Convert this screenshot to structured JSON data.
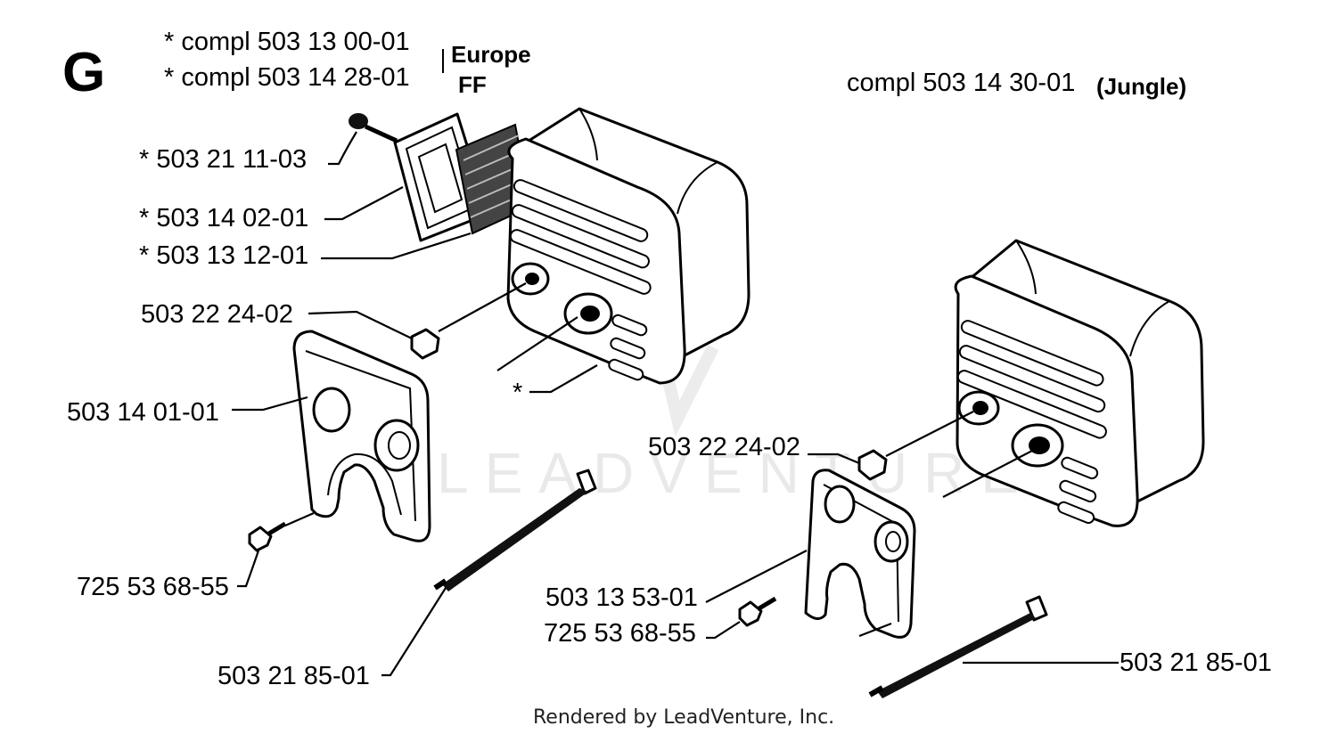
{
  "section_letter": "G",
  "header": {
    "kit_1": "*  compl 503 13 00-01",
    "kit_2": "*  compl 503 14 28-01",
    "region_1": "Europe",
    "region_2": "FF",
    "kit_3": "compl 503 14 30-01",
    "kit_3_variant": "(Jungle)"
  },
  "callouts": {
    "screw": "*  503 21 11-03",
    "cover_plate": "*  503 14 02-01",
    "spark_screen": "*  503 13 12-01",
    "nut_left": "503 22 24-02",
    "gasket_left": "503 14 01-01",
    "muffler_body": "*",
    "bolt_left": "725 53 68-55",
    "stud_left": "503 21 85-01",
    "nut_right": "503 22 24-02",
    "gasket_right": "503 13 53-01",
    "bolt_right": "725 53 68-55",
    "stud_right": "503 21 85-01"
  },
  "watermark": "LEADVENTURE",
  "footer": "Rendered by LeadVenture, Inc."
}
